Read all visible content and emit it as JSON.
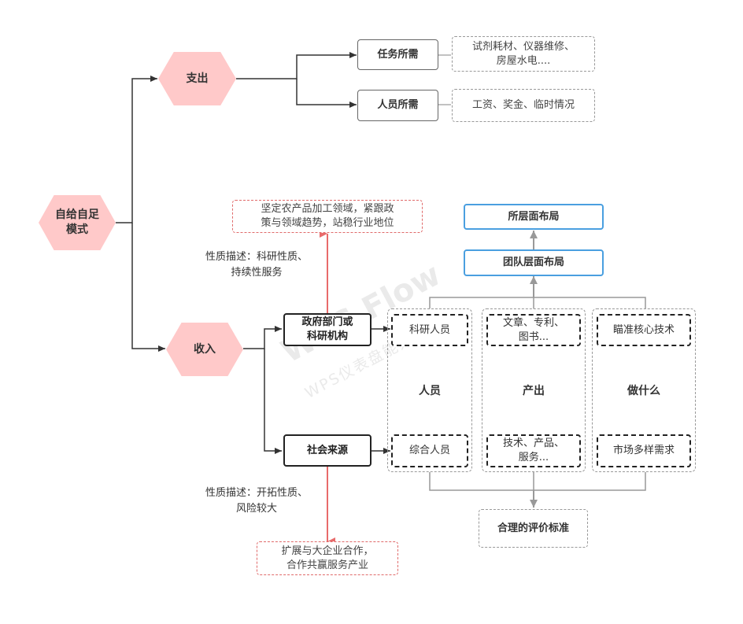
{
  "root": {
    "label": "自给自足\n模式"
  },
  "expense": {
    "label": "支出",
    "task": {
      "label": "任务所需",
      "detail": "试剂耗材、仪器维修、\n房屋水电...."
    },
    "staff": {
      "label": "人员所需",
      "detail": "工资、奖金、临时情况"
    }
  },
  "income": {
    "label": "收入",
    "gov": {
      "label": "政府部门或\n科研机构",
      "nature": "性质描述：科研性质、\n持续性服务",
      "strategy": "坚定农产品加工领域，紧跟政\n策与领域趋势，站稳行业地位"
    },
    "social": {
      "label": "社会来源",
      "nature": "性质描述：开拓性质、\n风险较大",
      "strategy": "扩展与大企业合作，\n合作共赢服务产业"
    }
  },
  "layout_top": {
    "institute": "所层面布局",
    "team": "团队层面布局"
  },
  "columns": [
    {
      "title": "人员",
      "top": "科研人员",
      "bottom": "综合人员"
    },
    {
      "title": "产出",
      "top": "文章、专利、\n图书...",
      "bottom": "技术、产品、\n服务..."
    },
    {
      "title": "做什么",
      "top": "瞄准核心技术",
      "bottom": "市场多样需求"
    }
  ],
  "evaluation": "合理的评价标准",
  "watermark": {
    "main": "WPS Flow",
    "sub": "WPS仪表盘能力"
  }
}
